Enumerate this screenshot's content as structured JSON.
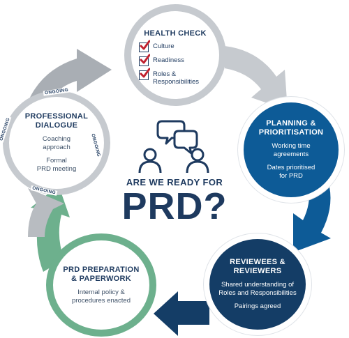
{
  "center": {
    "question": "ARE WE READY FOR",
    "headline": "PRD?"
  },
  "nodes": {
    "health_check": {
      "title": "HEALTH CHECK",
      "checklist": [
        "Culture",
        "Readiness",
        "Roles &",
        "Responsibilities"
      ]
    },
    "planning": {
      "title_line1": "PLANNING &",
      "title_line2": "PRIORITISATION",
      "item1_line1": "Working time",
      "item1_line2": "agreements",
      "item2_line1": "Dates prioritised",
      "item2_line2": "for PRD"
    },
    "reviewees": {
      "title_line1": "REVIEWEES &",
      "title_line2": "REVIEWERS",
      "item1_line1": "Shared understanding of",
      "item1_line2": "Roles and Responsibilities",
      "item2_line1": "Pairings agreed"
    },
    "preparation": {
      "title_line1": "PRD PREPARATION",
      "title_line2": "& PAPERWORK",
      "item1_line1": "Internal policy &",
      "item1_line2": "procedures enacted"
    },
    "dialogue": {
      "title_line1": "PROFESSIONAL",
      "title_line2": "DIALOGUE",
      "item1_line1": "Coaching",
      "item1_line2": "approach",
      "item2_line1": "Formal",
      "item2_line2": "PRD meeting"
    }
  },
  "ongoing_label": "ONGOING",
  "colors": {
    "grey": "#c6cacf",
    "light_blue": "#0d5b97",
    "dark_blue": "#143d66",
    "green": "#6db08d",
    "navy_text": "#1e3a5f",
    "check_red": "#c0202e"
  },
  "icons": [
    "speech-bubbles-icon",
    "people-icon",
    "checkmark-icon",
    "cycle-arrow-icon"
  ]
}
